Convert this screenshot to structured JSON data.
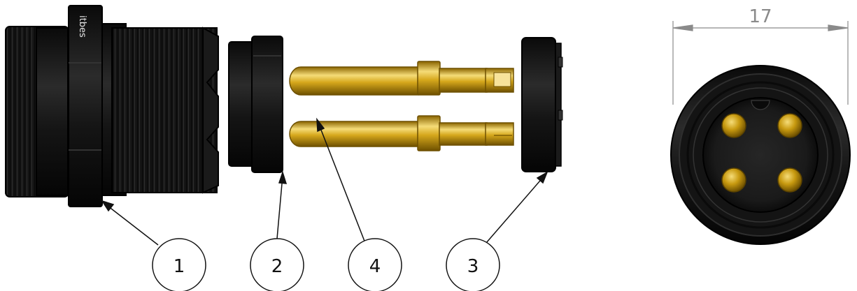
{
  "part_label": "itbes",
  "callouts": [
    {
      "id": "1",
      "label": "1"
    },
    {
      "id": "2",
      "label": "2"
    },
    {
      "id": "4",
      "label": "4"
    },
    {
      "id": "3",
      "label": "3"
    }
  ],
  "dimension": {
    "value": "17"
  },
  "colors": {
    "body": "#151515",
    "body_highlight": "#3a3a3a",
    "gold": "#c89a10",
    "gold_light": "#f2d46a",
    "gold_dark": "#7a5a00",
    "leader": "#111111",
    "dimension": "#8a8a8a"
  }
}
